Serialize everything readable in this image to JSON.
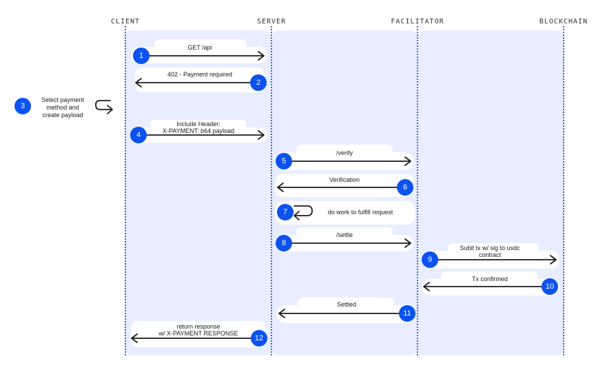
{
  "lanes": {
    "client": "CLIENT",
    "server": "SERVER",
    "facilitator": "FACILITATOR",
    "blockchain": "BLOCKCHAIN"
  },
  "steps": [
    {
      "num": "1",
      "label": "GET /api",
      "from": "client",
      "to": "server"
    },
    {
      "num": "2",
      "label": "402 - Payment required",
      "from": "server",
      "to": "client"
    },
    {
      "num": "3",
      "label_lines": [
        "Select payment",
        "method and",
        "create payload"
      ],
      "from": "client",
      "to": "client"
    },
    {
      "num": "4",
      "label_lines": [
        "Include Header:",
        "X-PAYMENT: b64 payload"
      ],
      "from": "client",
      "to": "server"
    },
    {
      "num": "5",
      "label": "/verify",
      "from": "server",
      "to": "facilitator"
    },
    {
      "num": "6",
      "label": "Verification",
      "from": "facilitator",
      "to": "server"
    },
    {
      "num": "7",
      "label": "do work to fulfill request",
      "from": "server",
      "to": "server"
    },
    {
      "num": "8",
      "label": "/settle",
      "from": "server",
      "to": "facilitator"
    },
    {
      "num": "9",
      "label_lines": [
        "Subit tx w/ sig to usdc",
        "contract"
      ],
      "from": "facilitator",
      "to": "blockchain"
    },
    {
      "num": "10",
      "label": "Tx confirmed",
      "from": "blockchain",
      "to": "facilitator"
    },
    {
      "num": "11",
      "label": "Settled",
      "from": "facilitator",
      "to": "server"
    },
    {
      "num": "12",
      "label_lines": [
        "return response",
        "w/ X-PAYMENT RESPONSE"
      ],
      "from": "server",
      "to": "client"
    }
  ],
  "colors": {
    "accent": "#0b52f0",
    "lane_background": "#e8eeff",
    "lifeline": "#2f5de0",
    "arrow": "#1a1a1a"
  }
}
